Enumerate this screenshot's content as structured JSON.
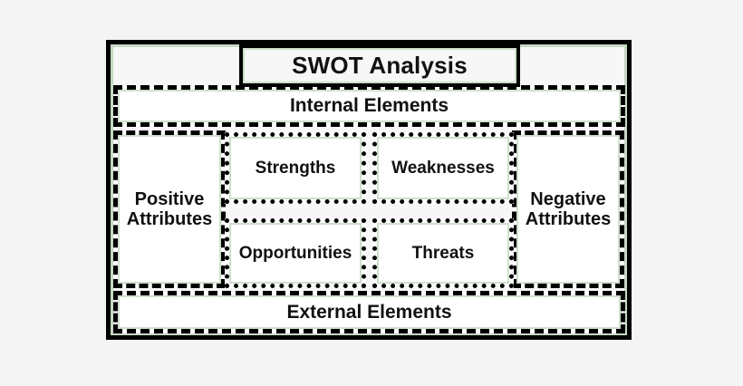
{
  "diagram": {
    "title": "SWOT Analysis",
    "bands": {
      "internal": "Internal Elements",
      "external": "External Elements"
    },
    "columns": {
      "positive": "Positive\nAttributes",
      "negative": "Negative\nAttributes"
    },
    "quadrants": [
      {
        "key": "strengths",
        "label": "Strengths"
      },
      {
        "key": "weaknesses",
        "label": "Weaknesses"
      },
      {
        "key": "opportunities",
        "label": "Opportunities"
      },
      {
        "key": "threats",
        "label": "Threats"
      }
    ],
    "colors": {
      "stroke": "#000000",
      "background": "#f4f4f4",
      "panel": "#ffffff",
      "inner_glow": "#c6d8c3"
    }
  }
}
